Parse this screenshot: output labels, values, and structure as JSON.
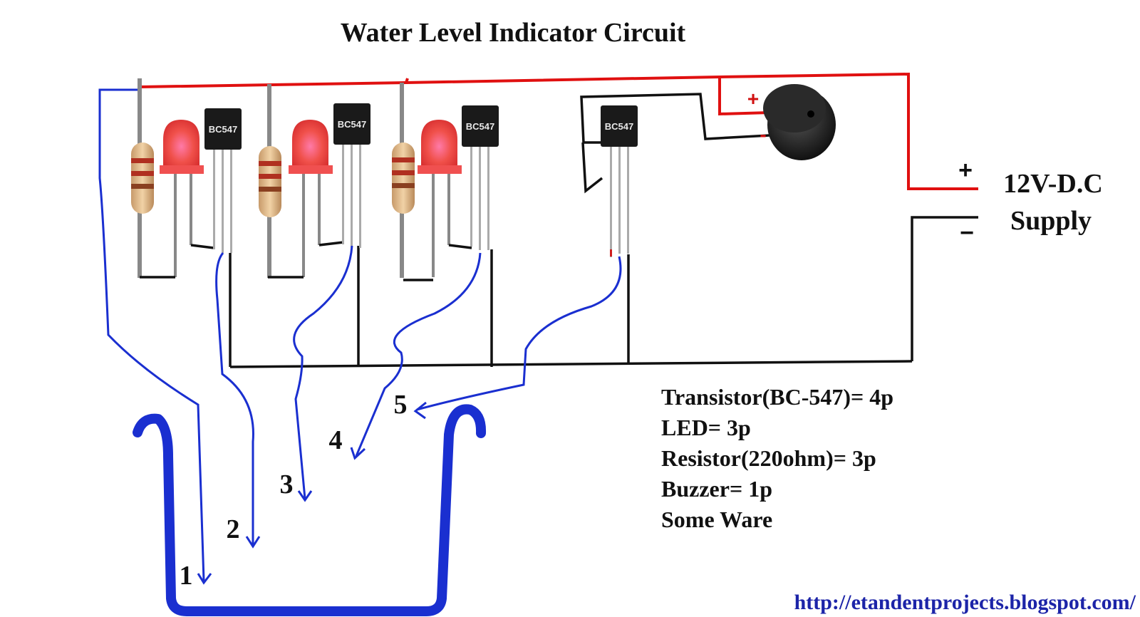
{
  "title": "Water Level Indicator Circuit",
  "supply": {
    "plus": "+",
    "minus": "−",
    "voltage": "12V-D.C",
    "label": "Supply"
  },
  "buzzer": {
    "plus": "+",
    "minus": "-"
  },
  "transistor_label": "BC547",
  "probes": [
    "1",
    "2",
    "3",
    "4",
    "5"
  ],
  "parts_list": [
    "Transistor(BC-547)= 4p",
    "LED= 3p",
    "Resistor(220ohm)= 3p",
    "Buzzer= 1p",
    "Some Ware"
  ],
  "url": "http://etandentprojects.blogspot.com/",
  "colors": {
    "positive_wire": "#e01010",
    "probe_wire": "#1a2fd0",
    "ground_wire": "#111111",
    "led": "#f04a4a",
    "tank": "#1a2fd0"
  }
}
